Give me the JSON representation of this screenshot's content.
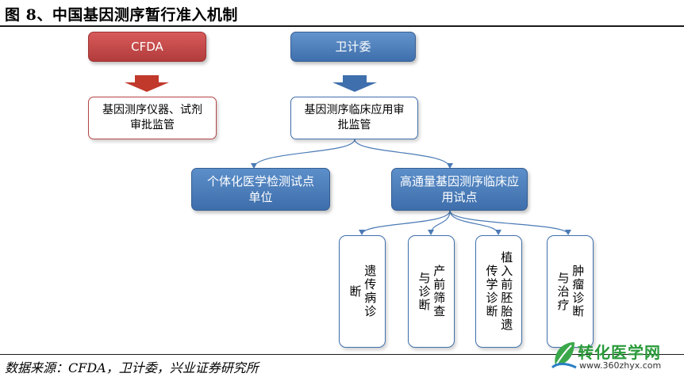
{
  "title": "图 8、中国基因测序暂行准入机制",
  "source": "数据来源：CFDA，卫计委，兴业证券研究所",
  "colors": {
    "red": "#b23c3c",
    "blue": "#3f6fac",
    "connector": "#4a7ab5"
  },
  "nodes": {
    "cfda": "CFDA",
    "nhfpc": "卫计委",
    "cfda_box": "基因测序仪器、试剂审批监管",
    "nhfpc_box": "基因测序临床应用审批监管",
    "pilot_units": "个体化医学检测试点单位",
    "high_throughput": "高通量基因测序临床应用试点",
    "leaves": [
      "遗传病诊断",
      "产前筛查与诊断",
      "植入前胚胎遗传学诊断",
      "肿瘤诊断与治疗"
    ]
  },
  "watermark": {
    "text": "转化医学网",
    "url": "www.360zhyx.com",
    "icon": "leaf-logo-icon"
  }
}
